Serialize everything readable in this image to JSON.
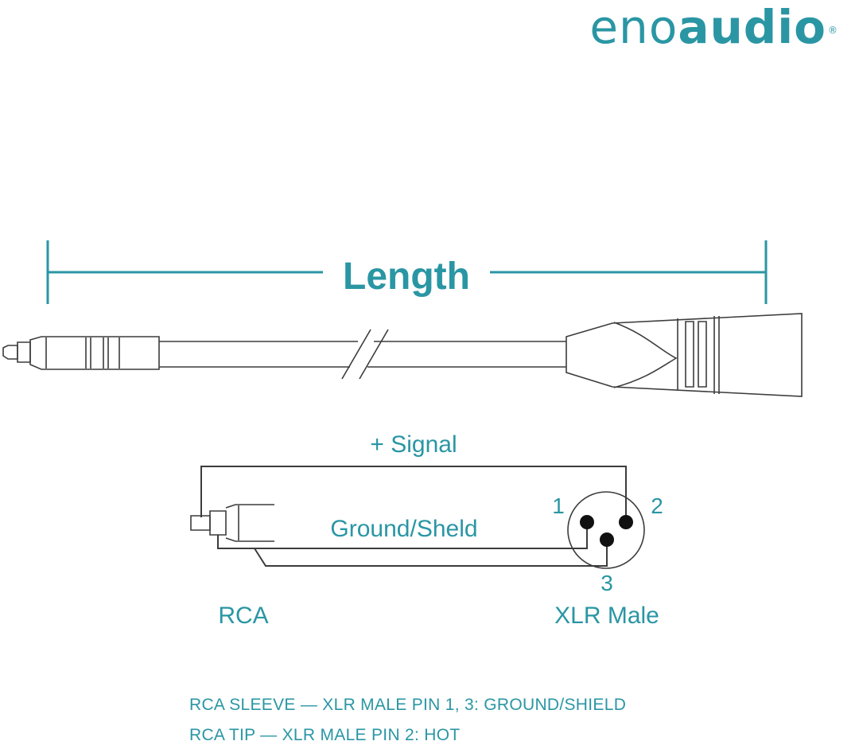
{
  "brand": {
    "light": "eno",
    "bold": "audio",
    "mark": "®"
  },
  "labels": {
    "length": "Length",
    "signal": "+ Signal",
    "ground": "Ground/Sheld",
    "rca": "RCA",
    "xlr": "XLR Male",
    "pin1": "1",
    "pin2": "2",
    "pin3": "3"
  },
  "notes": [
    "RCA SLEEVE — XLR MALE PIN 1, 3: GROUND/SHIELD",
    "RCA TIP — XLR MALE PIN 2: HOT"
  ],
  "colors": {
    "accent": "#2a96a4",
    "line": "#3c3c3c",
    "ink": "#111111"
  }
}
